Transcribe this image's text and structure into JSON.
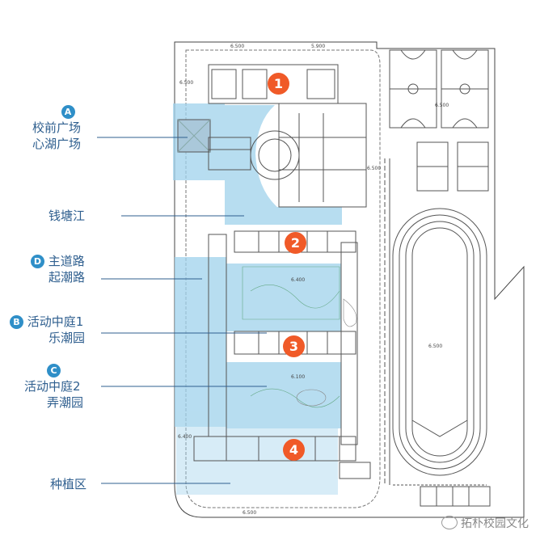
{
  "legend": {
    "a": {
      "badge": "A",
      "line1": "校前广场",
      "line2": "心湖广场"
    },
    "river": {
      "label": "钱塘江"
    },
    "d": {
      "badge": "D",
      "line1": "主道路",
      "line2": "起潮路"
    },
    "b": {
      "badge": "B",
      "line1": "活动中庭1",
      "line2": "乐潮园"
    },
    "c": {
      "badge": "C",
      "line1": "活动中庭2",
      "line2": "弄潮园"
    },
    "planting": {
      "label": "种植区"
    }
  },
  "markers": [
    "1",
    "2",
    "3",
    "4"
  ],
  "dims": {
    "top": "6.500",
    "top2": "5.900",
    "court": "6.500",
    "court2": "6.400",
    "court3": "6.100",
    "field": "6.500",
    "side": "6.500",
    "left1": "6.500",
    "left2": "6.400",
    "bottom": "6.500"
  },
  "watermark": {
    "text": "拓朴校园文化"
  },
  "colors": {
    "highlight": "#9fd2ec",
    "label": "#2f5f8f",
    "badge": "#2f8fc8",
    "marker": "#f05a28",
    "linework": "#555555"
  }
}
